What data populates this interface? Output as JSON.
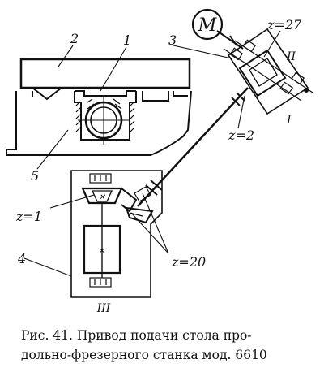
{
  "labels": {
    "motor": "M",
    "part1": "1",
    "part2": "2",
    "part3": "3",
    "part4": "4",
    "part5": "5",
    "z27": "z=27",
    "z2": "z=2",
    "z1": "z=1",
    "z20": "z=20",
    "shaft_ii": "II",
    "shaft_i": "I",
    "shaft_iii": "III"
  },
  "caption": {
    "line1": "Рис. 41. Привод подачи стола про-",
    "line2": "дольно-фрезерного станка мод. 6610"
  }
}
